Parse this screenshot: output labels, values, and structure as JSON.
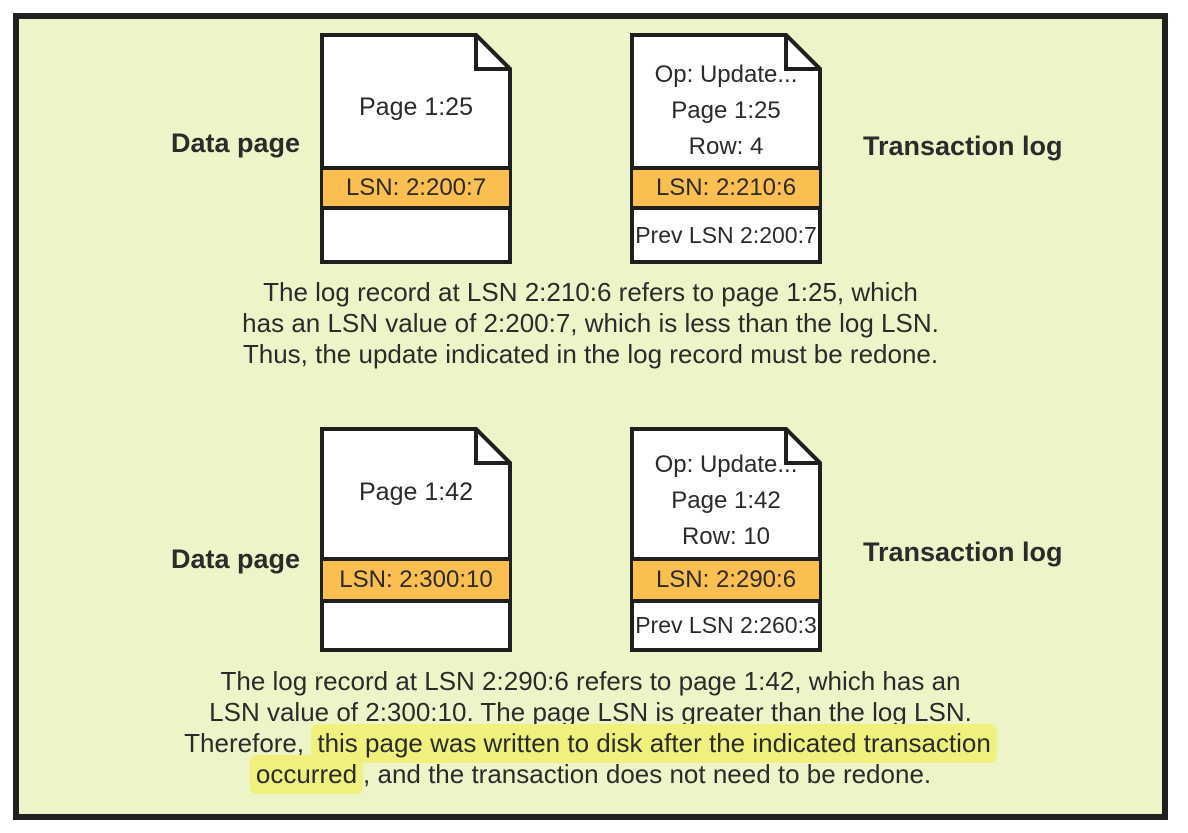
{
  "colors": {
    "page_background": "#FFFFFF",
    "panel_background": "#EDF4C7",
    "panel_border": "#1F1F1F",
    "document_fill": "#FFFFFF",
    "lsn_band_fill": "#FBBE51",
    "highlight": "#F0F17D",
    "text": "#2B2B2B"
  },
  "sections": [
    {
      "data_page_label": "Data page",
      "transaction_log_label": "Transaction log",
      "page_doc": {
        "title": "Page 1:25",
        "lsn": "LSN: 2:200:7"
      },
      "log_doc": {
        "op": "Op: Update...",
        "page": "Page 1:25",
        "row": "Row: 4",
        "lsn": "LSN: 2:210:6",
        "prev": "Prev LSN 2:200:7"
      },
      "caption": [
        [
          {
            "text": "The log record at LSN 2:210:6 refers to page 1:25, which",
            "highlight": false
          }
        ],
        [
          {
            "text": "has an LSN value of 2:200:7, which is less than the log LSN.",
            "highlight": false
          }
        ],
        [
          {
            "text": "Thus, the update indicated in the log record must be redone.",
            "highlight": false
          }
        ]
      ]
    },
    {
      "data_page_label": "Data page",
      "transaction_log_label": "Transaction log",
      "page_doc": {
        "title": "Page 1:42",
        "lsn": "LSN: 2:300:10"
      },
      "log_doc": {
        "op": "Op: Update...",
        "page": "Page 1:42",
        "row": "Row: 10",
        "lsn": "LSN: 2:290:6",
        "prev": "Prev LSN 2:260:3"
      },
      "caption": [
        [
          {
            "text": "The log record at LSN 2:290:6 refers to page 1:42, which has an",
            "highlight": false
          }
        ],
        [
          {
            "text": "LSN value of 2:300:10. The page LSN is greater than the log LSN.",
            "highlight": false
          }
        ],
        [
          {
            "text": "Therefore, ",
            "highlight": false
          },
          {
            "text": "this page was written to disk after the indicated transaction",
            "highlight": true
          }
        ],
        [
          {
            "text": "occurred",
            "highlight": true
          },
          {
            "text": ", and the transaction does not need to be redone.",
            "highlight": false
          }
        ]
      ]
    }
  ]
}
